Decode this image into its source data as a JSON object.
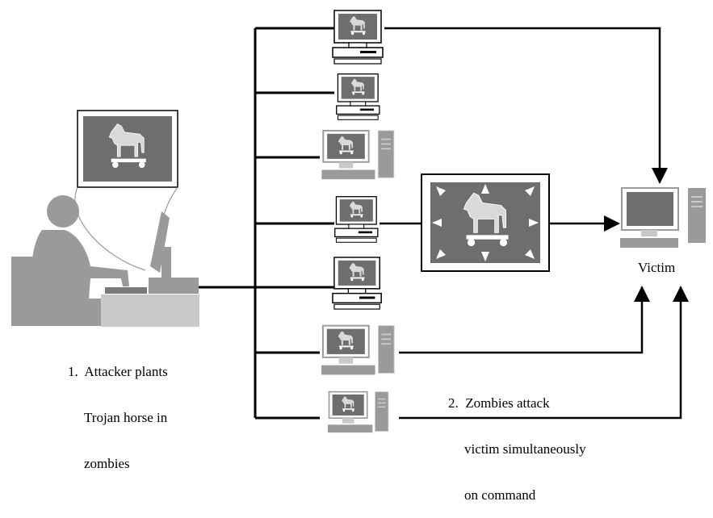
{
  "labels": {
    "victim": "Victim",
    "step1_number": "1.",
    "step1_lines": [
      "Attacker plants",
      "Trojan horse in",
      "zombies"
    ],
    "step2_number": "2.",
    "step2_lines": [
      "Zombies attack",
      "victim simultaneously",
      "on command"
    ]
  },
  "icons": {
    "attacker": "person-at-computer-icon",
    "zombie": "computer-with-trojan-horse-icon",
    "victim": "computer-icon",
    "trojan": "trojan-horse-icon"
  },
  "colors": {
    "line": "#000000",
    "gray_dark": "#7a7a7a",
    "gray_mid": "#9a9a9a",
    "gray_light": "#c9c9c9",
    "screen_bg": "#6e6e6e"
  }
}
